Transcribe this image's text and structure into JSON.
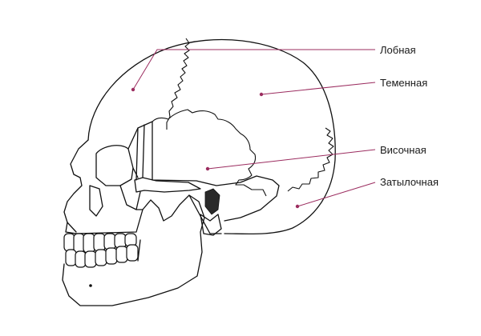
{
  "diagram": {
    "accent_color": "#9b2c5f",
    "labels": [
      {
        "id": "frontal",
        "text": "Лобная"
      },
      {
        "id": "parietal",
        "text": "Теменная"
      },
      {
        "id": "temporal",
        "text": "Височная"
      },
      {
        "id": "occipital",
        "text": "Затылочная"
      }
    ]
  }
}
